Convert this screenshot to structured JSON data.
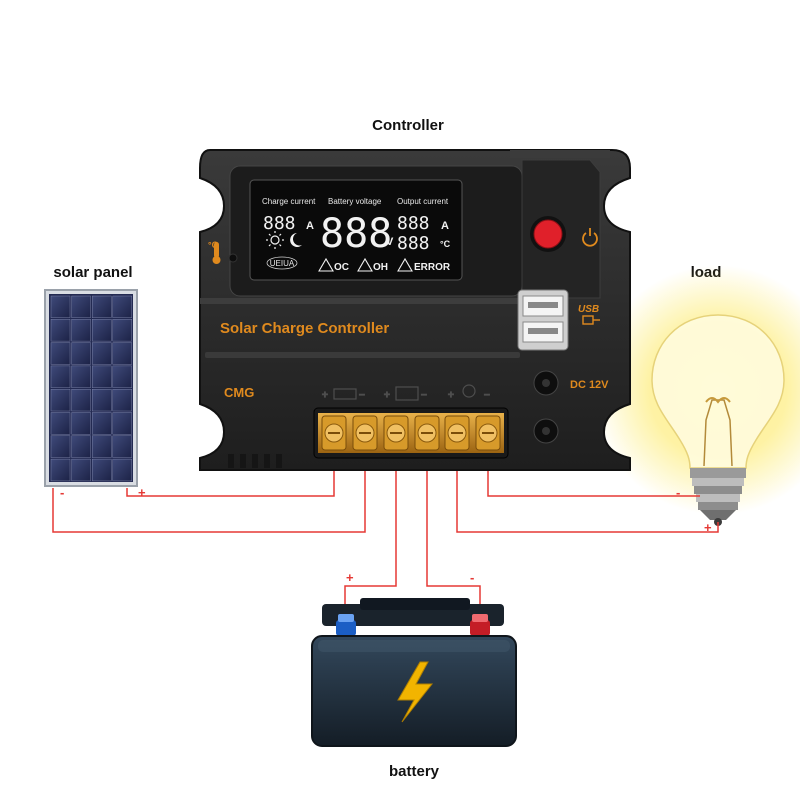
{
  "labels": {
    "controller": "Controller",
    "solar_panel": "solar panel",
    "load": "load",
    "battery": "battery"
  },
  "controller": {
    "product_name": "Solar Charge Controller",
    "brand": "CMG",
    "lcd": {
      "charge_current": "Charge current",
      "battery_voltage": "Battery voltage",
      "output_current": "Output current",
      "seg_small_1": "888",
      "seg_big": "888",
      "seg_small_2": "888",
      "seg_small_3": "888",
      "unit_a1": "A",
      "unit_v": "V",
      "unit_a2": "A",
      "unit_c": "°C",
      "badge": "UEIUA",
      "oc": "OC",
      "oh": "OH",
      "error": "ERROR"
    },
    "usb_label": "USB",
    "dc_label": "DC 12V"
  },
  "wiring": {
    "panel_minus": "-",
    "panel_plus": "+",
    "load_minus": "-",
    "load_plus": "+",
    "battery_plus": "+",
    "battery_minus": "-",
    "wire_color": "#e53935"
  },
  "colors": {
    "controller_body": "#2b2b2b",
    "accent_orange": "#e08a1e",
    "terminal_gold": "#c98a1c",
    "power_button": "#e0202a",
    "battery_body": "#243240",
    "bolt": "#f2b400"
  }
}
